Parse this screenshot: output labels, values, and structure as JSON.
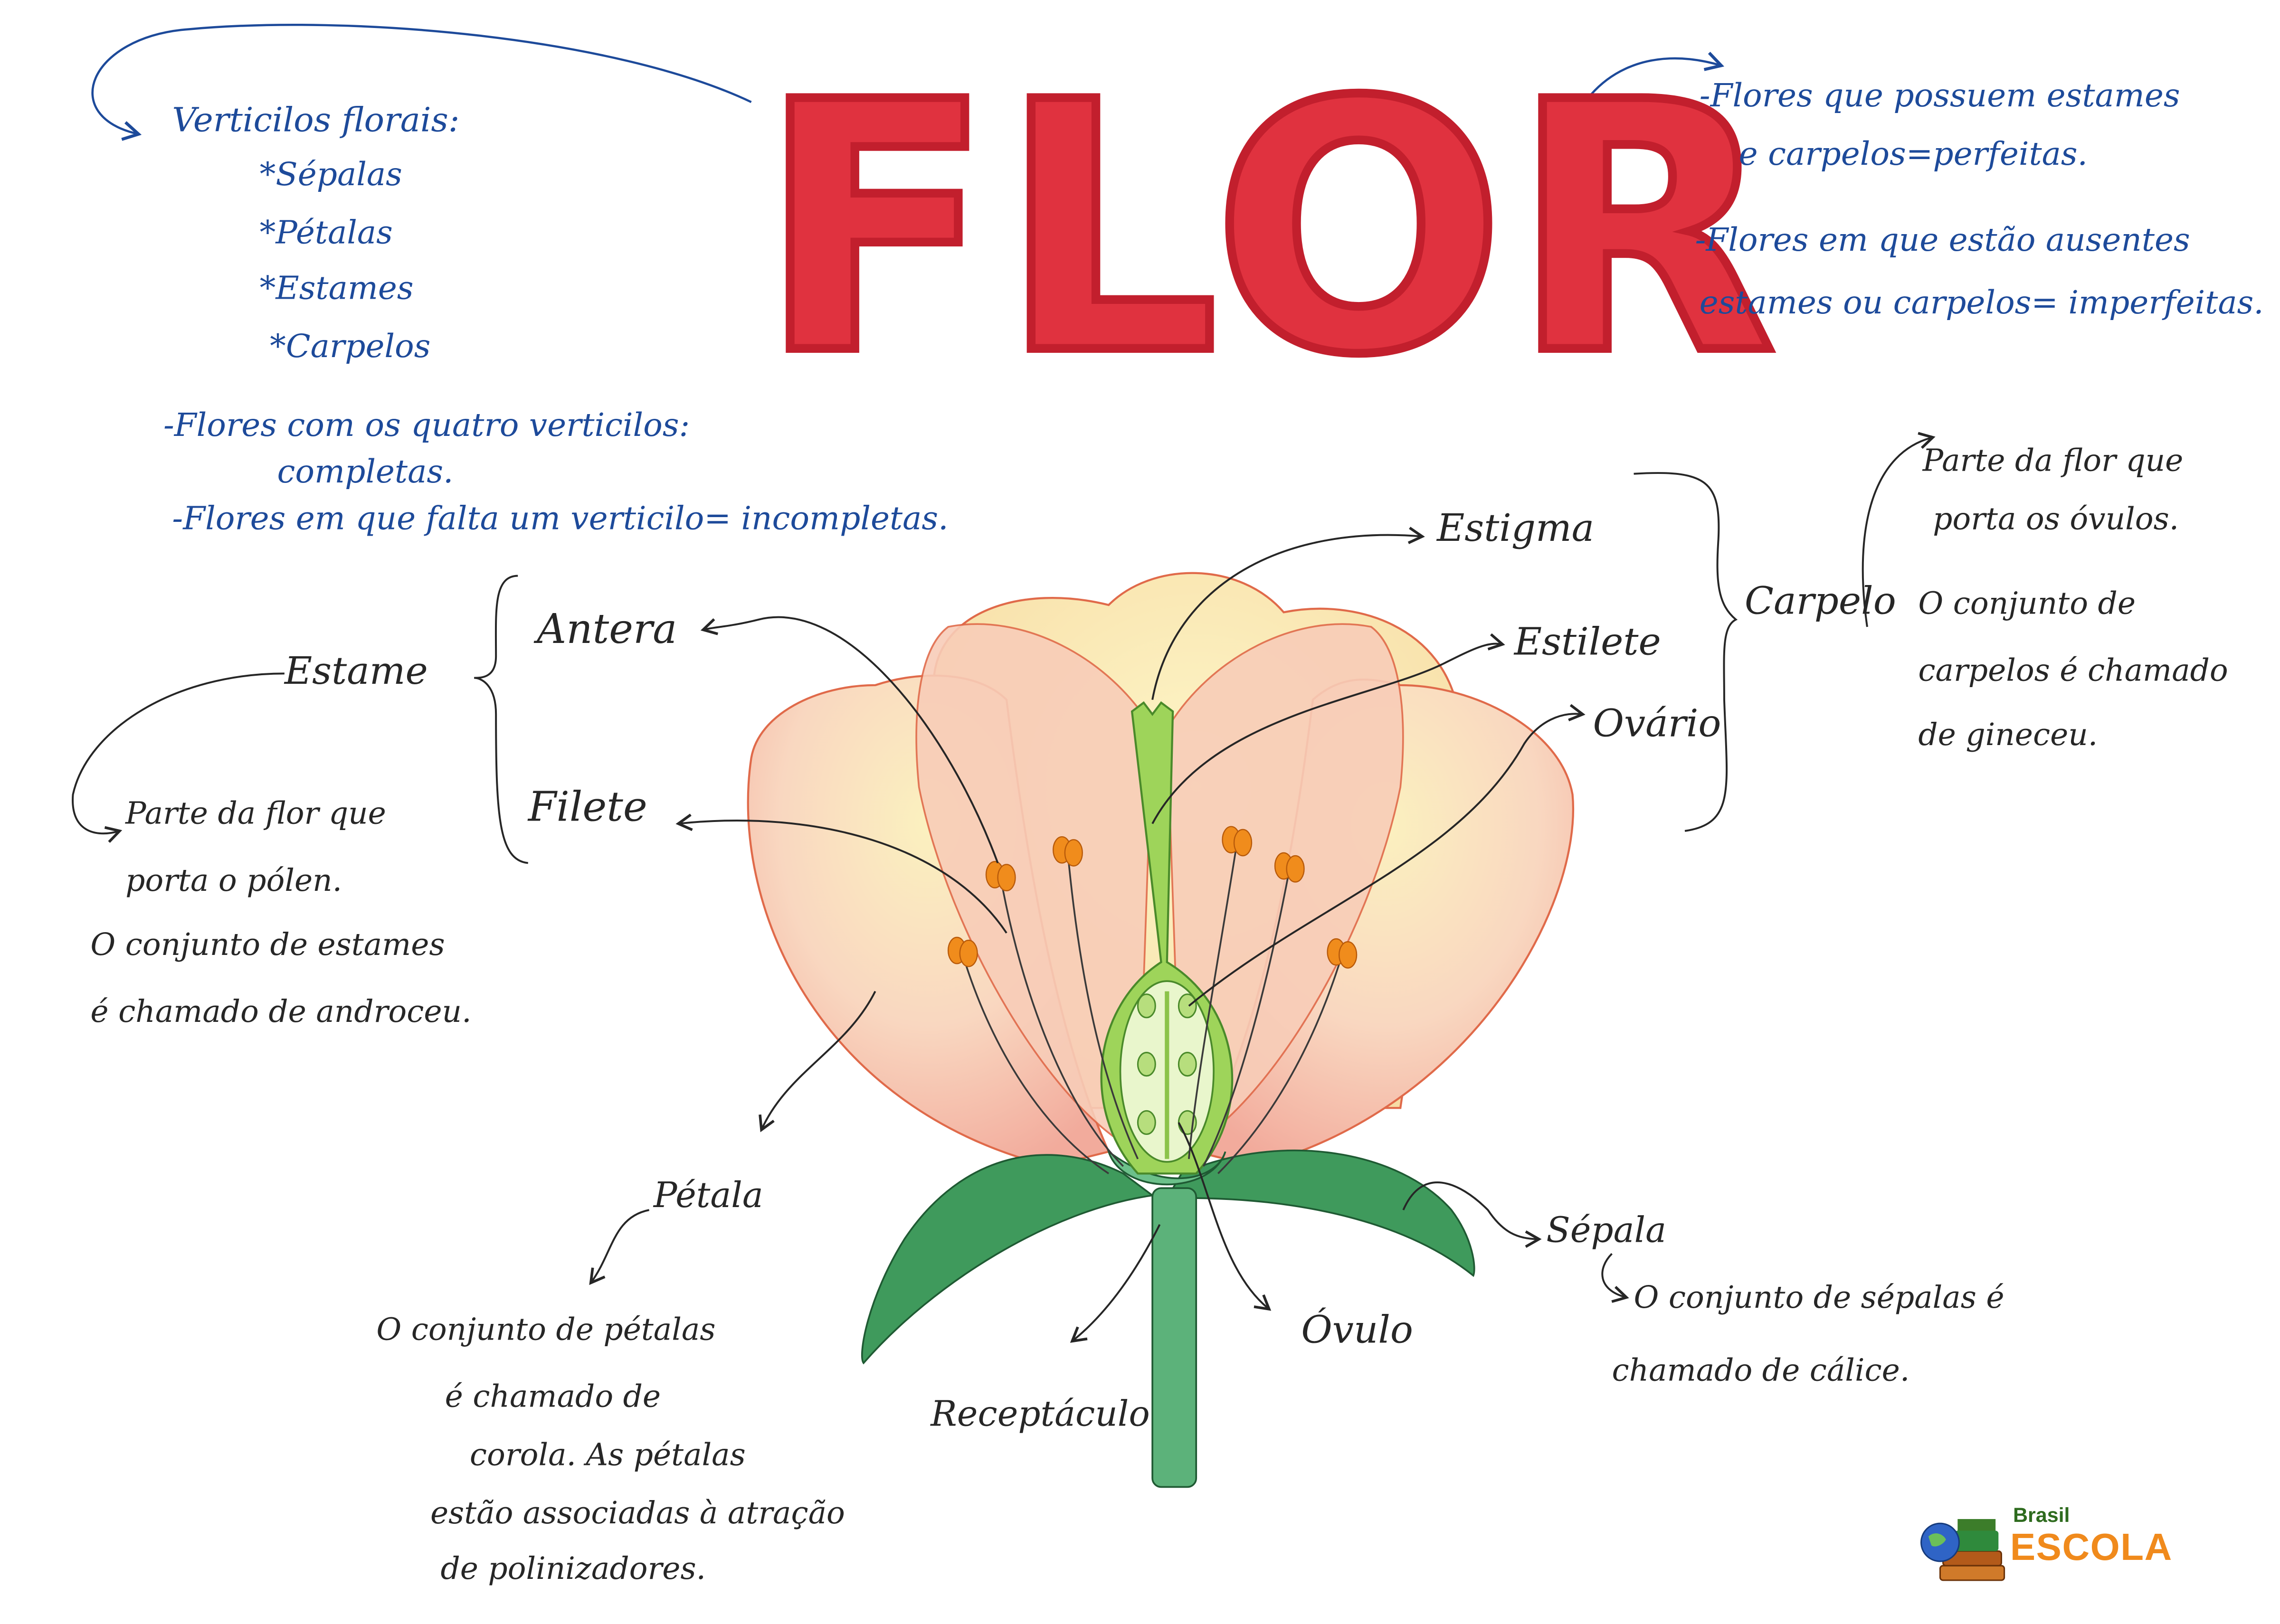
{
  "title": "FLOR",
  "top_left": {
    "heading": "Verticilos florais:",
    "items": [
      "*Sépalas",
      "*Pétalas",
      "*Estames",
      "*Carpelos"
    ],
    "complete_line1": "-Flores com os quatro verticilos:",
    "complete_line2": "completas.",
    "incomplete": "-Flores em que falta um verticilo= incompletas."
  },
  "top_right": {
    "perfect_line1": "-Flores que possuem estames",
    "perfect_line2": "e carpelos=perfeitas.",
    "imperfect_line1": "-Flores em que estão ausentes",
    "imperfect_line2": "estames ou carpelos= imperfeitas."
  },
  "estame": {
    "label": "Estame",
    "antera": "Antera",
    "filete": "Filete",
    "desc_line1": "Parte da flor que",
    "desc_line2": "porta o pólen.",
    "desc_line3": "O conjunto de estames",
    "desc_line4": "é chamado de androceu."
  },
  "carpelo": {
    "label": "Carpelo",
    "estigma": "Estigma",
    "estilete": "Estilete",
    "ovario": "Ovário",
    "desc_line1": "Parte da flor que",
    "desc_line2": "porta os óvulos.",
    "desc_line3": "O conjunto de",
    "desc_line4": "carpelos é chamado",
    "desc_line5": "de gineceu."
  },
  "petala": {
    "label": "Pétala",
    "desc_line1": "O conjunto de pétalas",
    "desc_line2": "é chamado de",
    "desc_line3": "corola. As pétalas",
    "desc_line4": "estão associadas à atração",
    "desc_line5": "de polinizadores."
  },
  "receptaculo": "Receptáculo",
  "ovulo": "Óvulo",
  "sepala": {
    "label": "Sépala",
    "desc_line1": "O conjunto de sépalas é",
    "desc_line2": "chamado de cálice."
  },
  "logo": {
    "brasil": "Brasil",
    "escola": "ESCOLA"
  },
  "colors": {
    "blue_ink": "#1d4a9a",
    "black_ink": "#262626",
    "title_red": "#e0323f",
    "petal_pink": "#f6c6b6",
    "petal_yellow": "#fbf1bf",
    "sepal_green": "#3f9a5c",
    "pistil_green": "#9ed45a",
    "anther_orange": "#f08c1c"
  }
}
